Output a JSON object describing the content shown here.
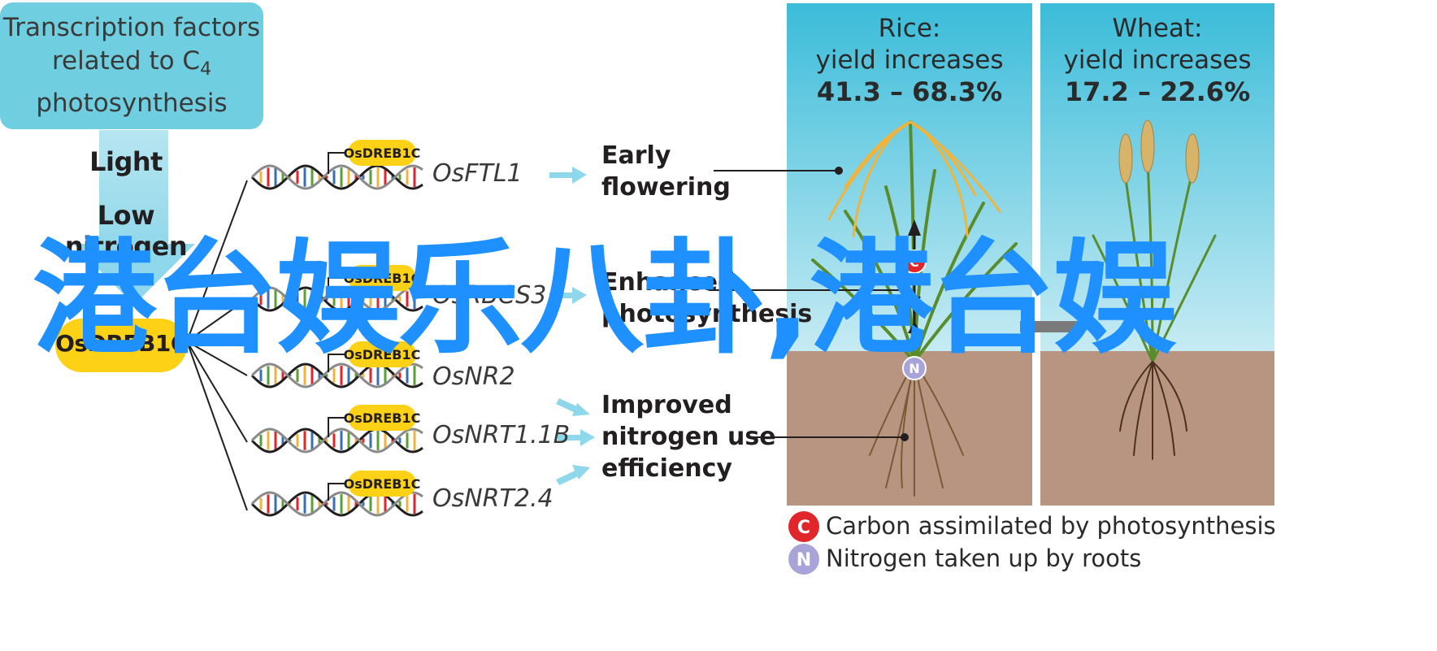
{
  "tf_box": {
    "line1": "Transcription factors",
    "line2_prefix": "related to C",
    "line2_sub": "4",
    "line3": "photosynthesis"
  },
  "conditions": {
    "light": "Light",
    "low_nitrogen": "Low nitrogen"
  },
  "central_factor": "OsDREB1C",
  "targets": [
    {
      "badge": "OsDREB1C",
      "gene": "OsFTL1"
    },
    {
      "badge": "OsDREB1C",
      "gene": "OsRBCS3"
    },
    {
      "badge": "OsDREB1C",
      "gene": "OsNR2"
    },
    {
      "badge": "OsDREB1C",
      "gene": "OsNRT1.1B"
    },
    {
      "badge": "OsDREB1C",
      "gene": "OsNRT2.4"
    }
  ],
  "outcomes": {
    "early_1": "Early",
    "early_2": "flowering",
    "photo_1": "Enhanced",
    "photo_2": "photosynthesis",
    "nue_1": "Improved",
    "nue_2": "nitrogen use",
    "nue_3": "efficiency"
  },
  "panels": {
    "rice": {
      "crop": "Rice:",
      "label": "yield increases",
      "range": "41.3 – 68.3%"
    },
    "wheat": {
      "crop": "Wheat:",
      "label": "yield increases",
      "range": "17.2 – 22.6%"
    }
  },
  "legend": {
    "c_symbol": "C",
    "c_text": "Carbon assimilated by photosynthesis",
    "n_symbol": "N",
    "n_text": "Nitrogen taken up by roots"
  },
  "overlay_text": "港台娱乐八卦,港台娱",
  "colors": {
    "tf_box": "#6fcfe0",
    "sky": "#4fc3dd",
    "soil": "#b89580",
    "badge": "#fcd116",
    "overlay": "#1e90ff",
    "carbon": "#e0262b",
    "nitrogen": "#a8a4d8",
    "arrow": "#8fd7ea"
  }
}
